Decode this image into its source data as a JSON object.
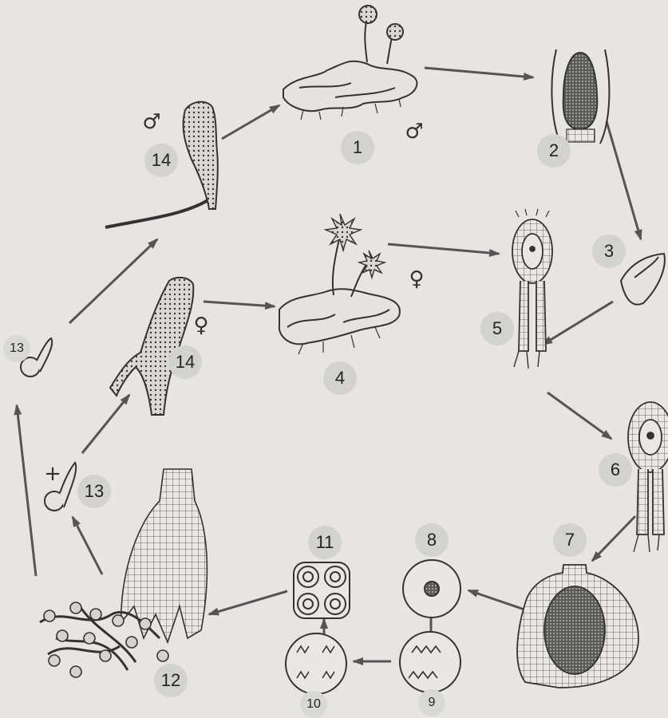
{
  "labels": {
    "n1": "1",
    "n2": "2",
    "n3": "3",
    "n4": "4",
    "n5": "5",
    "n6": "6",
    "n7": "7",
    "n8": "8",
    "n9": "9",
    "n10": "10",
    "n11": "11",
    "n12": "12",
    "n13a": "13",
    "n13b": "13",
    "n14a": "14",
    "n14b": "14"
  },
  "symbols": {
    "male_top": "♂",
    "male_1": "♂",
    "female_4": "♀",
    "female_14": "♀",
    "plus_13": "+"
  }
}
